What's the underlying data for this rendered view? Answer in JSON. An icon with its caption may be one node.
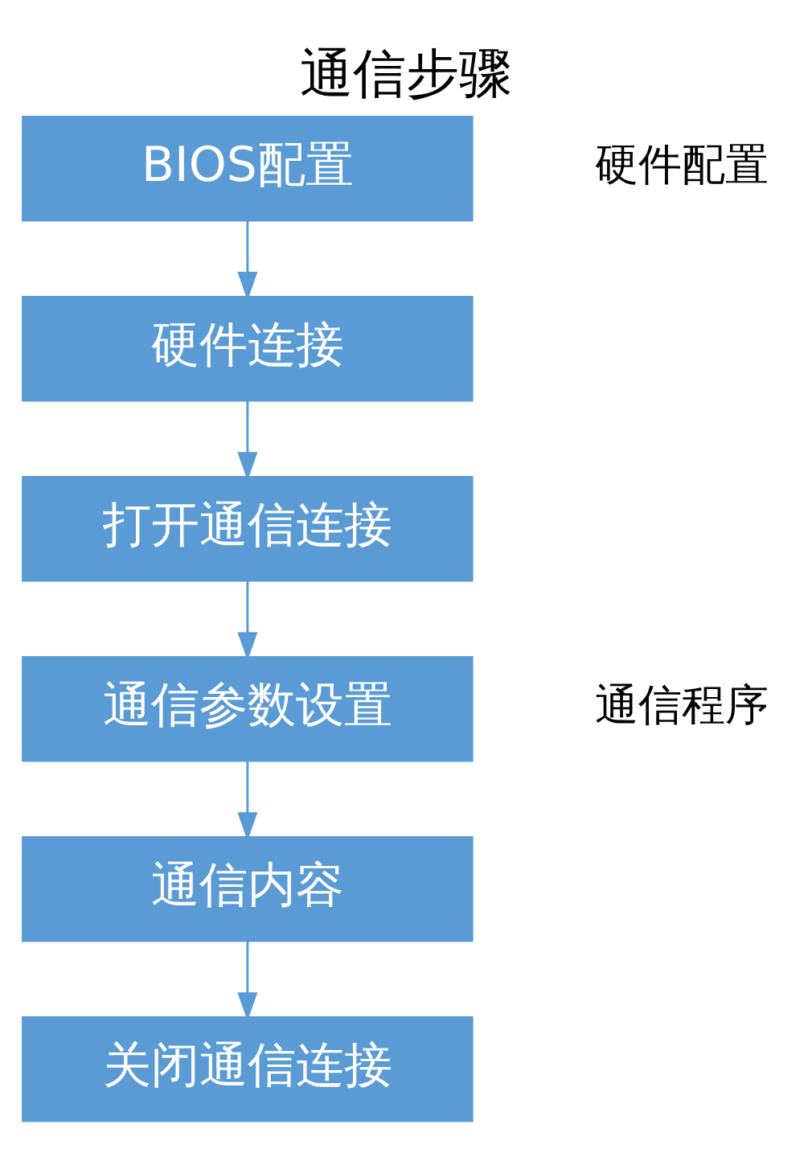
{
  "diagram": {
    "title": "通信步骤",
    "nodes": [
      {
        "text": [
          "BIOS配置"
        ]
      },
      {
        "text": [
          "硬件连接"
        ]
      },
      {
        "text": [
          "打开通信连接"
        ]
      },
      {
        "text": [
          "通信参数设置"
        ]
      },
      {
        "text": [
          "通信内容"
        ]
      },
      {
        "text": [
          "关闭通信连接"
        ]
      }
    ],
    "edges": [
      {
        "from": 0,
        "to": 1,
        "arrow": "to"
      },
      {
        "from": 1,
        "to": 2,
        "arrow": "to"
      },
      {
        "from": 2,
        "to": 3,
        "arrow": "to"
      },
      {
        "from": 3,
        "to": 4,
        "arrow": "to"
      },
      {
        "from": 4,
        "to": 5,
        "arrow": "to"
      }
    ],
    "labels": [
      "硬件配置",
      "通信程序"
    ]
  }
}
